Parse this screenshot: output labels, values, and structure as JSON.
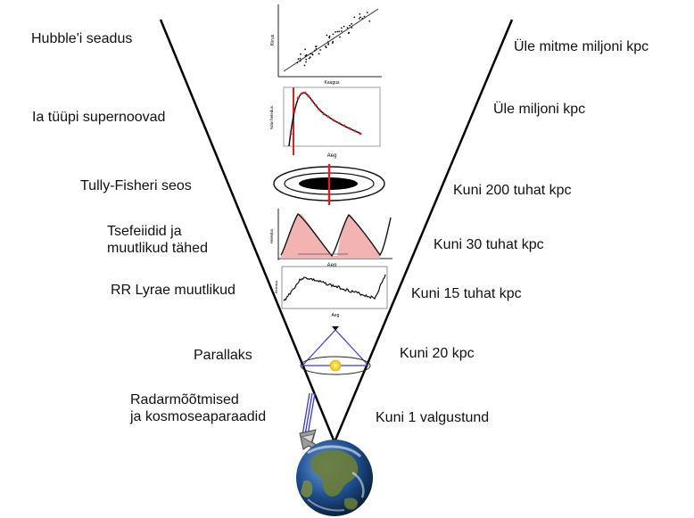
{
  "diagram": {
    "left_labels": [
      "Hubble'i seadus",
      "Ia tüüpi supernoovad",
      "Tully-Fisheri seos",
      "Tsefeiidid ja\nmuutlikud tähed",
      "RR Lyrae muutlikud",
      "Parallaks",
      "Radarmõõtmised\nja kosmoseaparaadid"
    ],
    "right_labels": [
      "Üle mitme miljoni kpc",
      "Üle miljoni kpc",
      "Kuni 200 tuhat kpc",
      "Kuni 30 tuhat kpc",
      "Kuni 15 tuhat kpc",
      "Kuni 20 kpc",
      "Kuni 1 valgustund"
    ],
    "insets": {
      "hubble": {
        "xlabel": "Kaugus",
        "ylabel": "Kiirus"
      },
      "supernova": {
        "xlabel": "Aeg",
        "ylabel": "Näiv heledus"
      },
      "cepheid": {
        "xlabel": "Aeg",
        "ylabel": "Heledus"
      },
      "rrlyrae": {
        "xlabel": "Aeg",
        "ylabel": "Heledus"
      }
    },
    "colors": {
      "cone": "#000000",
      "accent_red": "#e02020",
      "cepheid_fill": "#f4b3b3",
      "parallax_blue": "#3a3ad8",
      "sun": "#f5d21a",
      "earth_ocean": "#1f4f8f",
      "earth_land": "#6b7d3a"
    },
    "icons": [
      "earth-globe-icon",
      "radar-antenna-icon"
    ]
  }
}
